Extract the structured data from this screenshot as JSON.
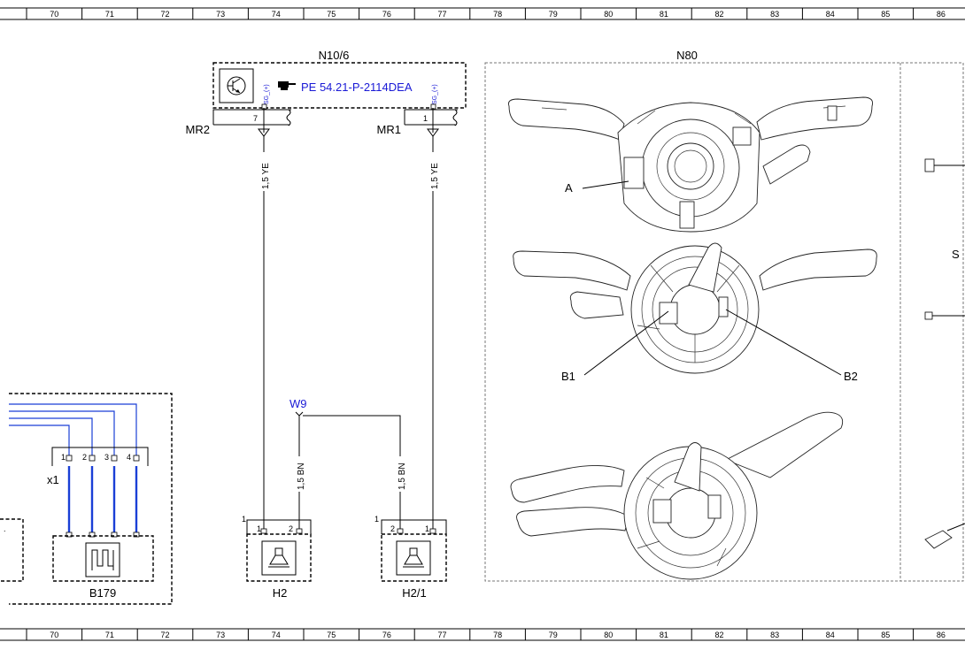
{
  "ruler": {
    "columns": [
      "70",
      "71",
      "72",
      "73",
      "74",
      "75",
      "76",
      "77",
      "78",
      "79",
      "80",
      "81",
      "82",
      "83",
      "84",
      "85",
      "86"
    ]
  },
  "components": {
    "n10_6": {
      "label": "N10/6",
      "reference": "PE 54.21-P-2114DEA",
      "sig_left": "SG_(+)",
      "sig_right": "SG_(+)",
      "pin_left": "7",
      "pin_right": "1"
    },
    "n80": {
      "label": "N80",
      "callout_a": "A",
      "callout_b1": "B1",
      "callout_b2": "B2",
      "edge_letter": "S"
    },
    "b179": {
      "label": "B179",
      "connector": "x1",
      "pins": [
        "1",
        "2",
        "3",
        "4"
      ]
    },
    "h2": {
      "label": "H2",
      "outer_pin": "1",
      "pins": [
        "1",
        "2"
      ]
    },
    "h2_1": {
      "label": "H2/1",
      "outer_pin": "1",
      "pins": [
        "2",
        "1"
      ]
    },
    "grounds": {
      "mr2": "MR2",
      "mr1": "MR1"
    },
    "splice": {
      "label": "W9"
    }
  },
  "wires": {
    "left_ye": "1,5 YE",
    "right_ye": "1,5 YE",
    "left_bn": "1,5 BN",
    "right_bn": "1,5 BN"
  },
  "colors": {
    "blue_wire": "#1a3fd6",
    "text_blue": "#1a1ad6",
    "line": "#000000"
  }
}
